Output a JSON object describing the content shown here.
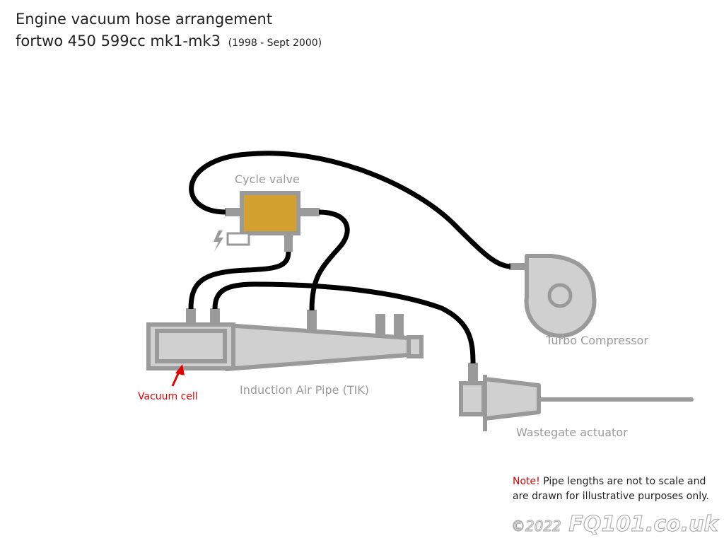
{
  "header": {
    "title": "Engine vacuum hose arrangement",
    "subtitle": "fortwo 450 599cc mk1-mk3",
    "subtitle_dates": "(1998 - Sept 2000)"
  },
  "labels": {
    "cycle_valve": "Cycle valve",
    "turbo_compressor": "Turbo Compressor",
    "induction_pipe": "Induction Air Pipe (TIK)",
    "vacuum_cell": "Vacuum cell",
    "wastegate": "Wastegate actuator"
  },
  "note": {
    "prefix": "Note!",
    "line1": " Pipe lengths are not to scale and",
    "line2": "are drawn for illustrative purposes only."
  },
  "copyright": {
    "year": "©2022",
    "site": "FQ101.co.uk"
  },
  "colors": {
    "component_gray": "#9a9a9a",
    "component_fill": "#d0d0d0",
    "hose": "#000000",
    "valve_body": "#d4a030",
    "highlight": "#e00000"
  },
  "icons": {
    "electric": "lightning-bolt-icon"
  }
}
